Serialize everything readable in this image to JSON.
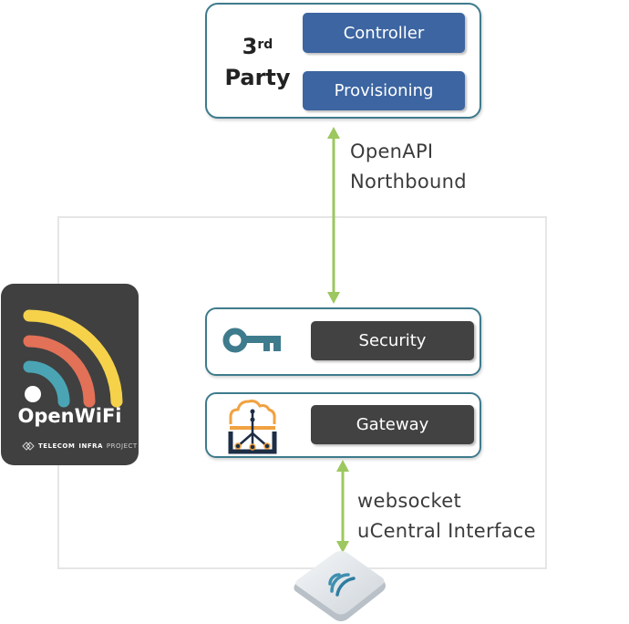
{
  "third_party": {
    "title_main": "3",
    "title_sup": "rd",
    "title_line2": "Party",
    "controller_label": "Controller",
    "provisioning_label": "Provisioning"
  },
  "northbound_link": {
    "line1": "OpenAPI",
    "line2": "Northbound"
  },
  "services": {
    "security_label": "Security",
    "gateway_label": "Gateway"
  },
  "southbound_link": {
    "line1": "websocket",
    "line2": "uCentral Interface"
  },
  "logo": {
    "name": "OpenWiFi",
    "tip_word1": "TELECOM",
    "tip_word2": "INFRA",
    "tip_word3": "PROJECT"
  },
  "icons": {
    "security": "key-icon",
    "gateway": "cloud-gateway-icon",
    "device": "access-point-icon",
    "logo": "wifi-signal-icon"
  },
  "colors": {
    "card_border": "#3e7b8c",
    "blue_button": "#3c65a1",
    "dark_button": "#424242",
    "arrow": "#9dc75f",
    "key": "#3e7b8c",
    "gateway_orange": "#f0a241",
    "gateway_navy": "#1d2e45",
    "wifi_yellow": "#f5d24a",
    "wifi_red": "#e27158",
    "wifi_teal": "#4aa4b4",
    "logo_bg": "#404040"
  }
}
